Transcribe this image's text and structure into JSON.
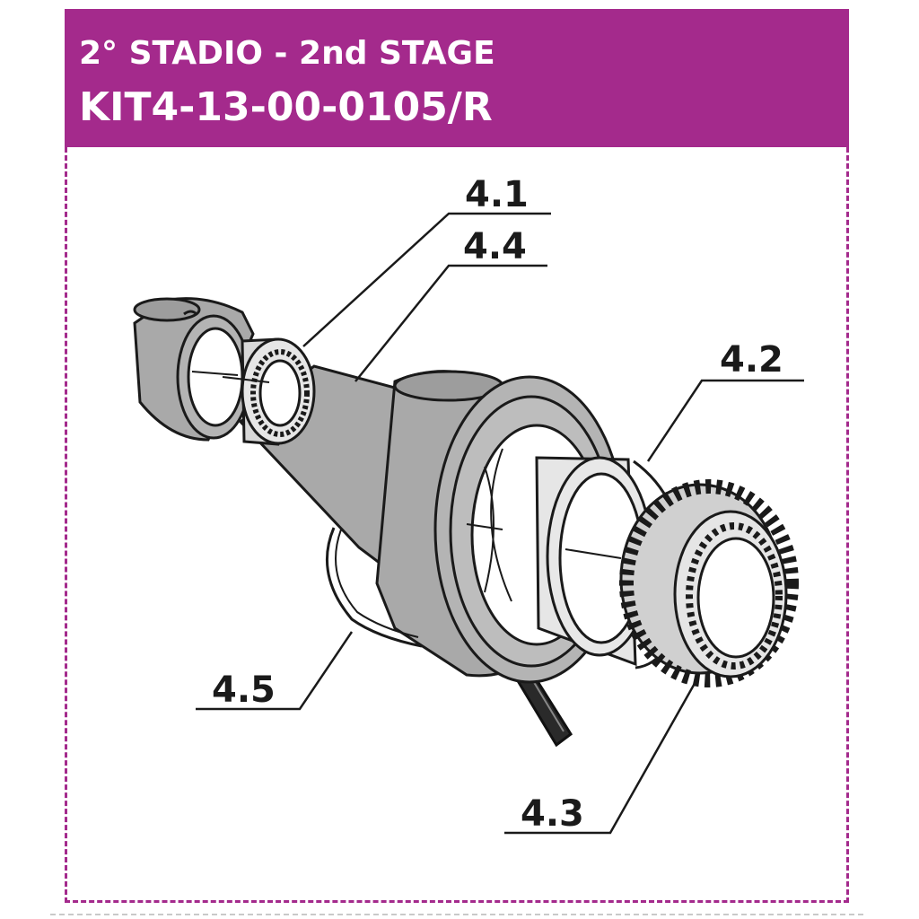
{
  "header": {
    "subtitle": "2° STADIO - 2nd STAGE",
    "title": "KIT4-13-00-0105/R",
    "background_color": "#a42a8c",
    "text_color": "#ffffff"
  },
  "frame": {
    "border_color": "#a42a8c",
    "style": "dashed"
  },
  "callouts": [
    {
      "id": "4.1",
      "label": "4.1"
    },
    {
      "id": "4.4",
      "label": "4.4"
    },
    {
      "id": "4.2",
      "label": "4.2"
    },
    {
      "id": "4.5",
      "label": "4.5"
    },
    {
      "id": "4.3",
      "label": "4.3"
    }
  ]
}
